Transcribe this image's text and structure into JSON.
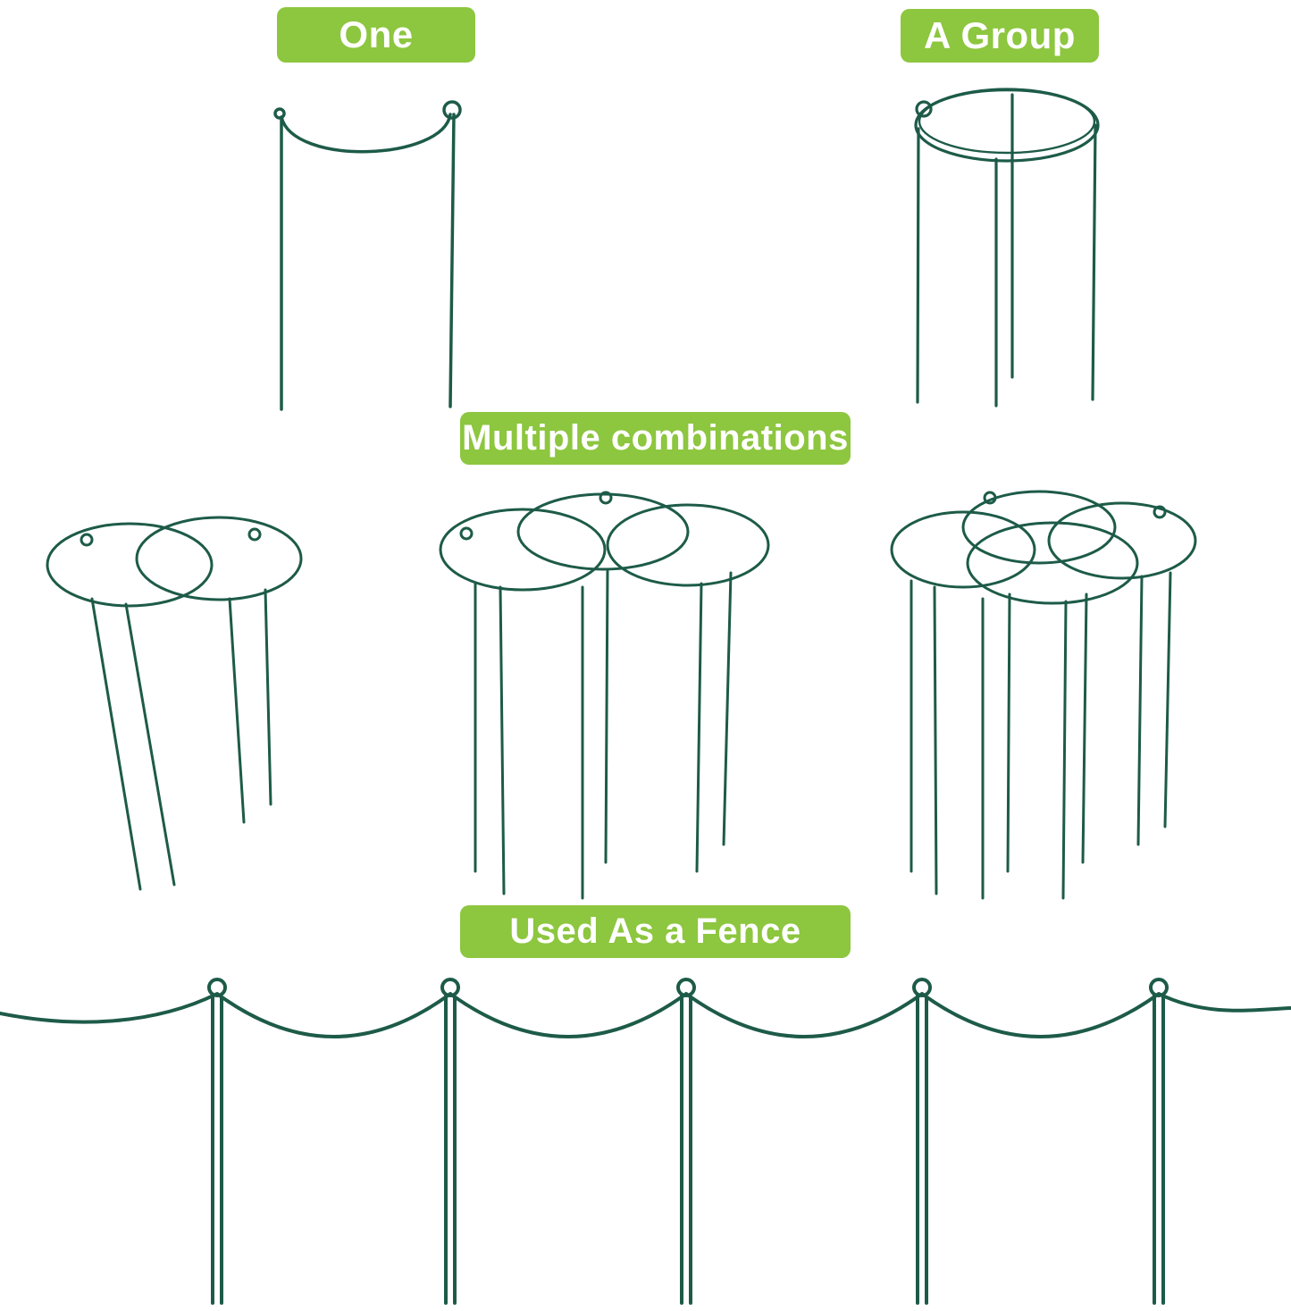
{
  "colors": {
    "label_bg": "#8dc63f",
    "label_text": "#ffffff",
    "wire": "#1d5b48",
    "background": "#ffffff"
  },
  "labels": {
    "one": "One",
    "group": "A Group",
    "multiple": "Multiple combinations",
    "fence": "Used As a Fence"
  }
}
